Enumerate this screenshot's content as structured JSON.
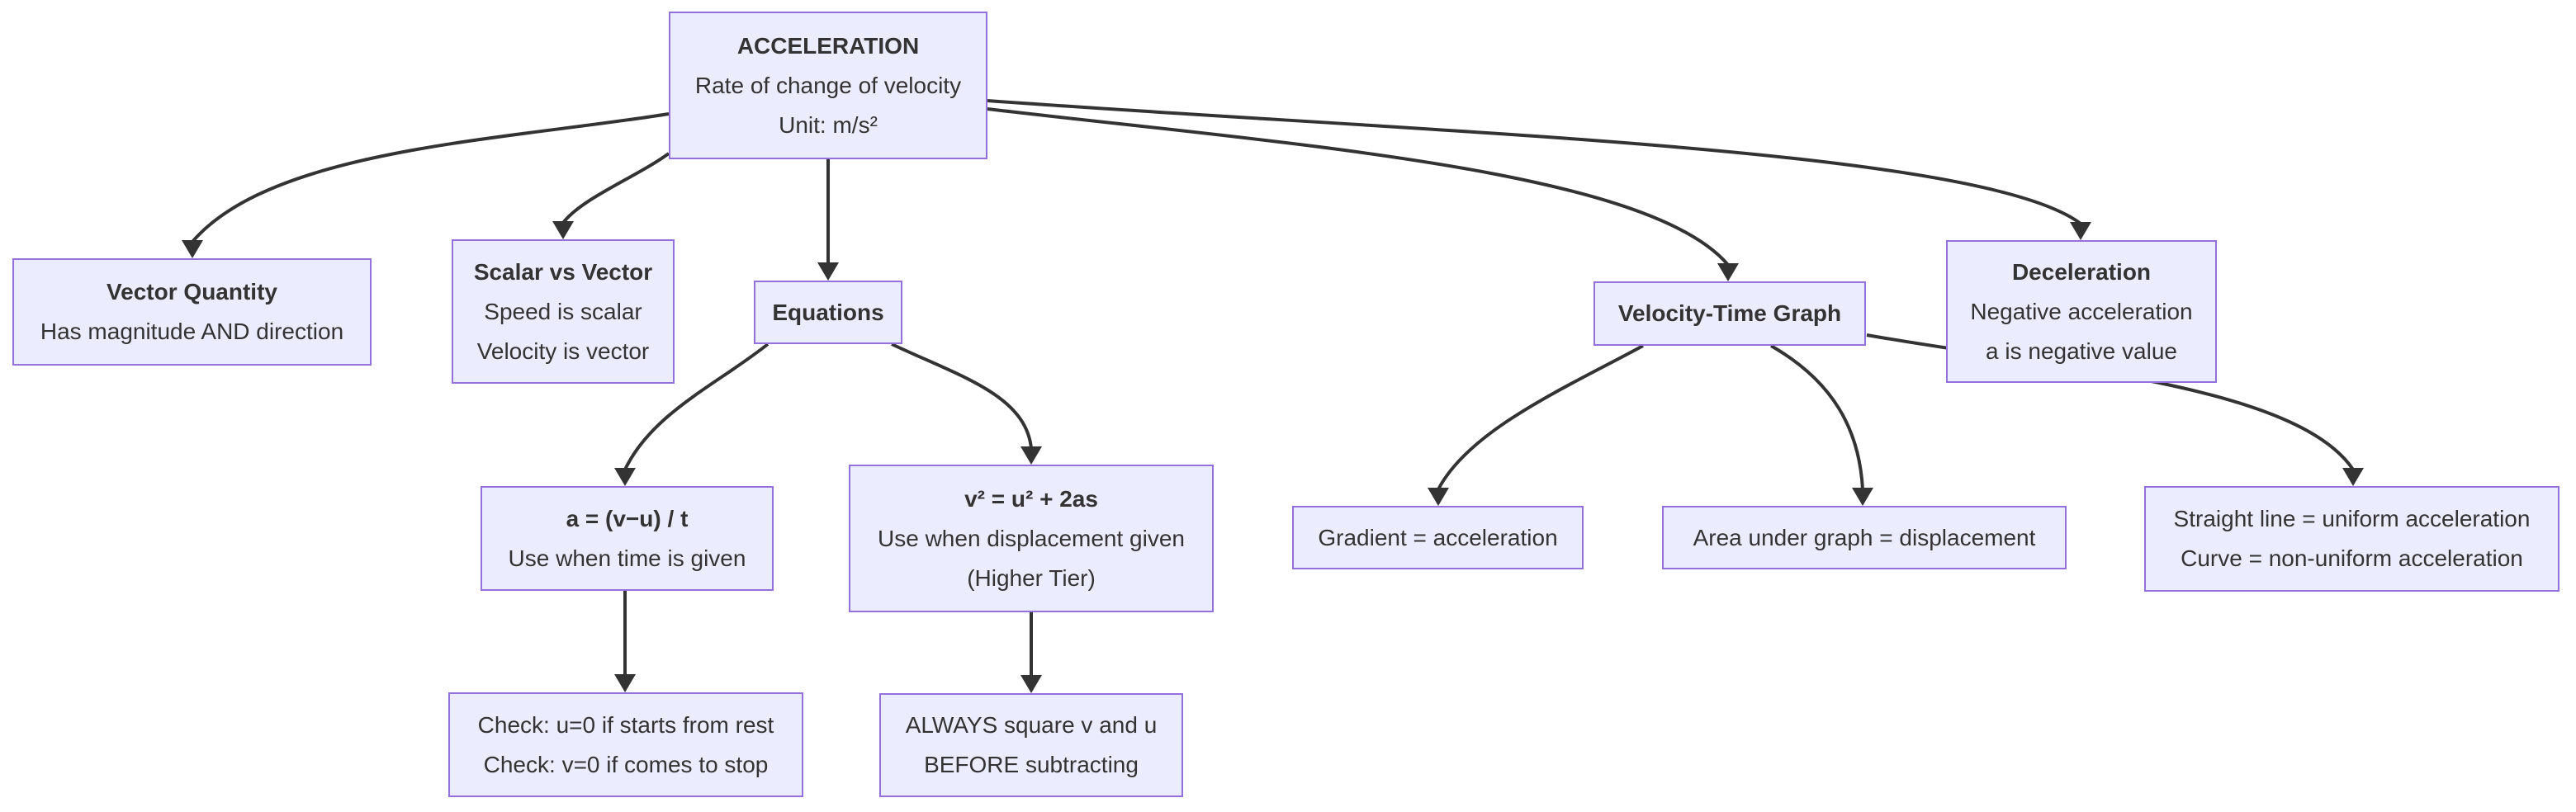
{
  "diagram": {
    "type": "flowchart-top-down",
    "topic": "Acceleration physics revision map",
    "colors": {
      "background": "#ffffff",
      "node_fill": "#ECECFF",
      "node_border": "#9370DB",
      "edge": "#333333",
      "text": "#333333"
    },
    "nodes": {
      "acceleration": {
        "title": "ACCELERATION",
        "line1": "Rate of change of velocity",
        "line2": "Unit: m/s²"
      },
      "vector_quantity": {
        "title": "Vector Quantity",
        "line1": "Has magnitude AND direction"
      },
      "scalar_vs_vector": {
        "title": "Scalar vs Vector",
        "line1": "Speed is scalar",
        "line2": "Velocity is vector"
      },
      "equations": {
        "title": "Equations"
      },
      "velocity_time_graph": {
        "title": "Velocity-Time Graph"
      },
      "deceleration": {
        "title": "Deceleration",
        "line1": "Negative acceleration",
        "line2": "a is negative value"
      },
      "equation_avut": {
        "title": "a = (v−u) / t",
        "line1": "Use when time is given"
      },
      "equation_v2u2": {
        "title": "v² = u² + 2as",
        "line1": "Use when displacement given",
        "line2": "(Higher Tier)"
      },
      "gradient": {
        "line1": "Gradient = acceleration"
      },
      "area_under_graph": {
        "line1": "Area under graph = displacement"
      },
      "line_shapes": {
        "line1": "Straight line = uniform acceleration",
        "line2": "Curve = non-uniform acceleration"
      },
      "checks": {
        "line1": "Check: u=0 if starts from rest",
        "line2": "Check: v=0 if comes to stop"
      },
      "always_square": {
        "line1": "ALWAYS square v and u",
        "line2": "BEFORE subtracting"
      }
    },
    "edges": [
      {
        "from": "acceleration",
        "to": "vector_quantity"
      },
      {
        "from": "acceleration",
        "to": "scalar_vs_vector"
      },
      {
        "from": "acceleration",
        "to": "equations"
      },
      {
        "from": "acceleration",
        "to": "velocity_time_graph"
      },
      {
        "from": "acceleration",
        "to": "deceleration"
      },
      {
        "from": "equations",
        "to": "equation_avut"
      },
      {
        "from": "equations",
        "to": "equation_v2u2"
      },
      {
        "from": "velocity_time_graph",
        "to": "gradient"
      },
      {
        "from": "velocity_time_graph",
        "to": "area_under_graph"
      },
      {
        "from": "velocity_time_graph",
        "to": "line_shapes"
      },
      {
        "from": "equation_avut",
        "to": "checks"
      },
      {
        "from": "equation_v2u2",
        "to": "always_square"
      }
    ]
  }
}
